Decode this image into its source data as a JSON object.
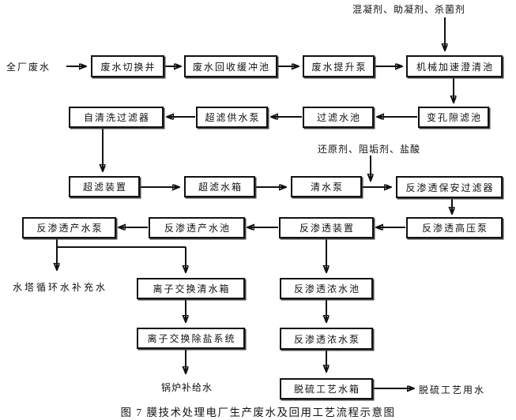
{
  "caption": "图 7  膜技术处理电厂生产废水及回用工艺流程示意图",
  "labels": {
    "plant_wastewater": "全厂废水",
    "dosing_top": "混凝剂、助凝剂、杀菌剂",
    "dosing_mid": "还原剂、阻垢剂、盐酸",
    "tower_makeup_water": "水塔循环水补充水",
    "boiler_feed_water": "锅炉补给水",
    "fgd_process_water": "脱硫工艺用水"
  },
  "nodes": {
    "wastewater_switch_well": "废水切换井",
    "wastewater_recovery_buffer_tank": "废水回收缓冲池",
    "wastewater_lift_pump": "废水提升泵",
    "mechanical_accelerated_clarifier": "机械加速澄清池",
    "variable_pore_filter": "变孔隙滤池",
    "filtered_water_tank": "过滤水池",
    "uf_feed_pump": "超滤供水泵",
    "self_cleaning_filter": "自清洗过滤器",
    "uf_unit": "超滤装置",
    "uf_water_tank": "超滤水箱",
    "clean_water_pump": "清水泵",
    "ro_cartridge_filter": "反渗透保安过滤器",
    "ro_high_pressure_pump": "反渗透高压泵",
    "ro_unit": "反渗透装置",
    "ro_product_water_tank": "反渗透产水池",
    "ro_product_water_pump": "反渗透产水泵",
    "ion_exchange_clean_water_tank": "离子交换清水箱",
    "ion_exchange_demin_system": "离子交换除盐系统",
    "ro_concentrate_tank": "反渗透浓水池",
    "ro_concentrate_pump": "反渗透浓水泵",
    "fgd_process_water_tank": "脱硫工艺水箱"
  },
  "colors": {
    "line": "#111111",
    "box_border": "#111111",
    "box_background": "#ffffff",
    "page_background": "#ffffff",
    "text": "#111111"
  }
}
